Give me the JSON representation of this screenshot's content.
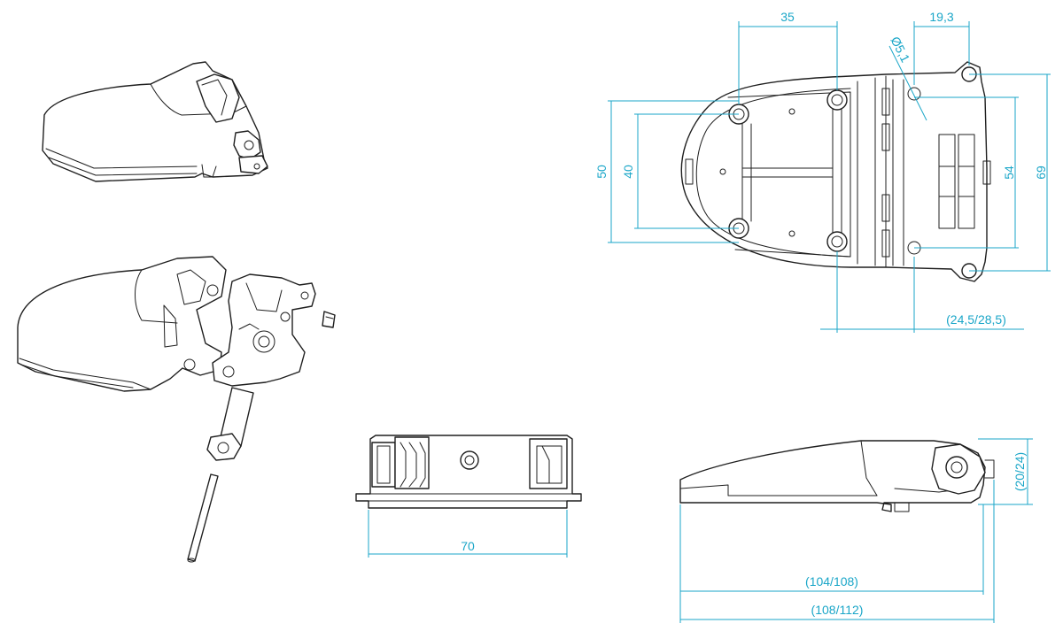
{
  "colors": {
    "dimension": "#1aa6c8",
    "outline": "#1f1f1f",
    "background": "#ffffff"
  },
  "dimensions": {
    "top_width": "35",
    "top_offset": "19,3",
    "hole_diameter": "Ø5,1",
    "height_outer_left": "50",
    "height_inner_left": "40",
    "height_inner_right": "54",
    "height_outer_right": "69",
    "bottom_offset": "(24,5/28,5)",
    "front_width": "70",
    "side_height": "(20/24)",
    "side_length_inner": "(104/108)",
    "side_length_outer": "(108/112)"
  }
}
